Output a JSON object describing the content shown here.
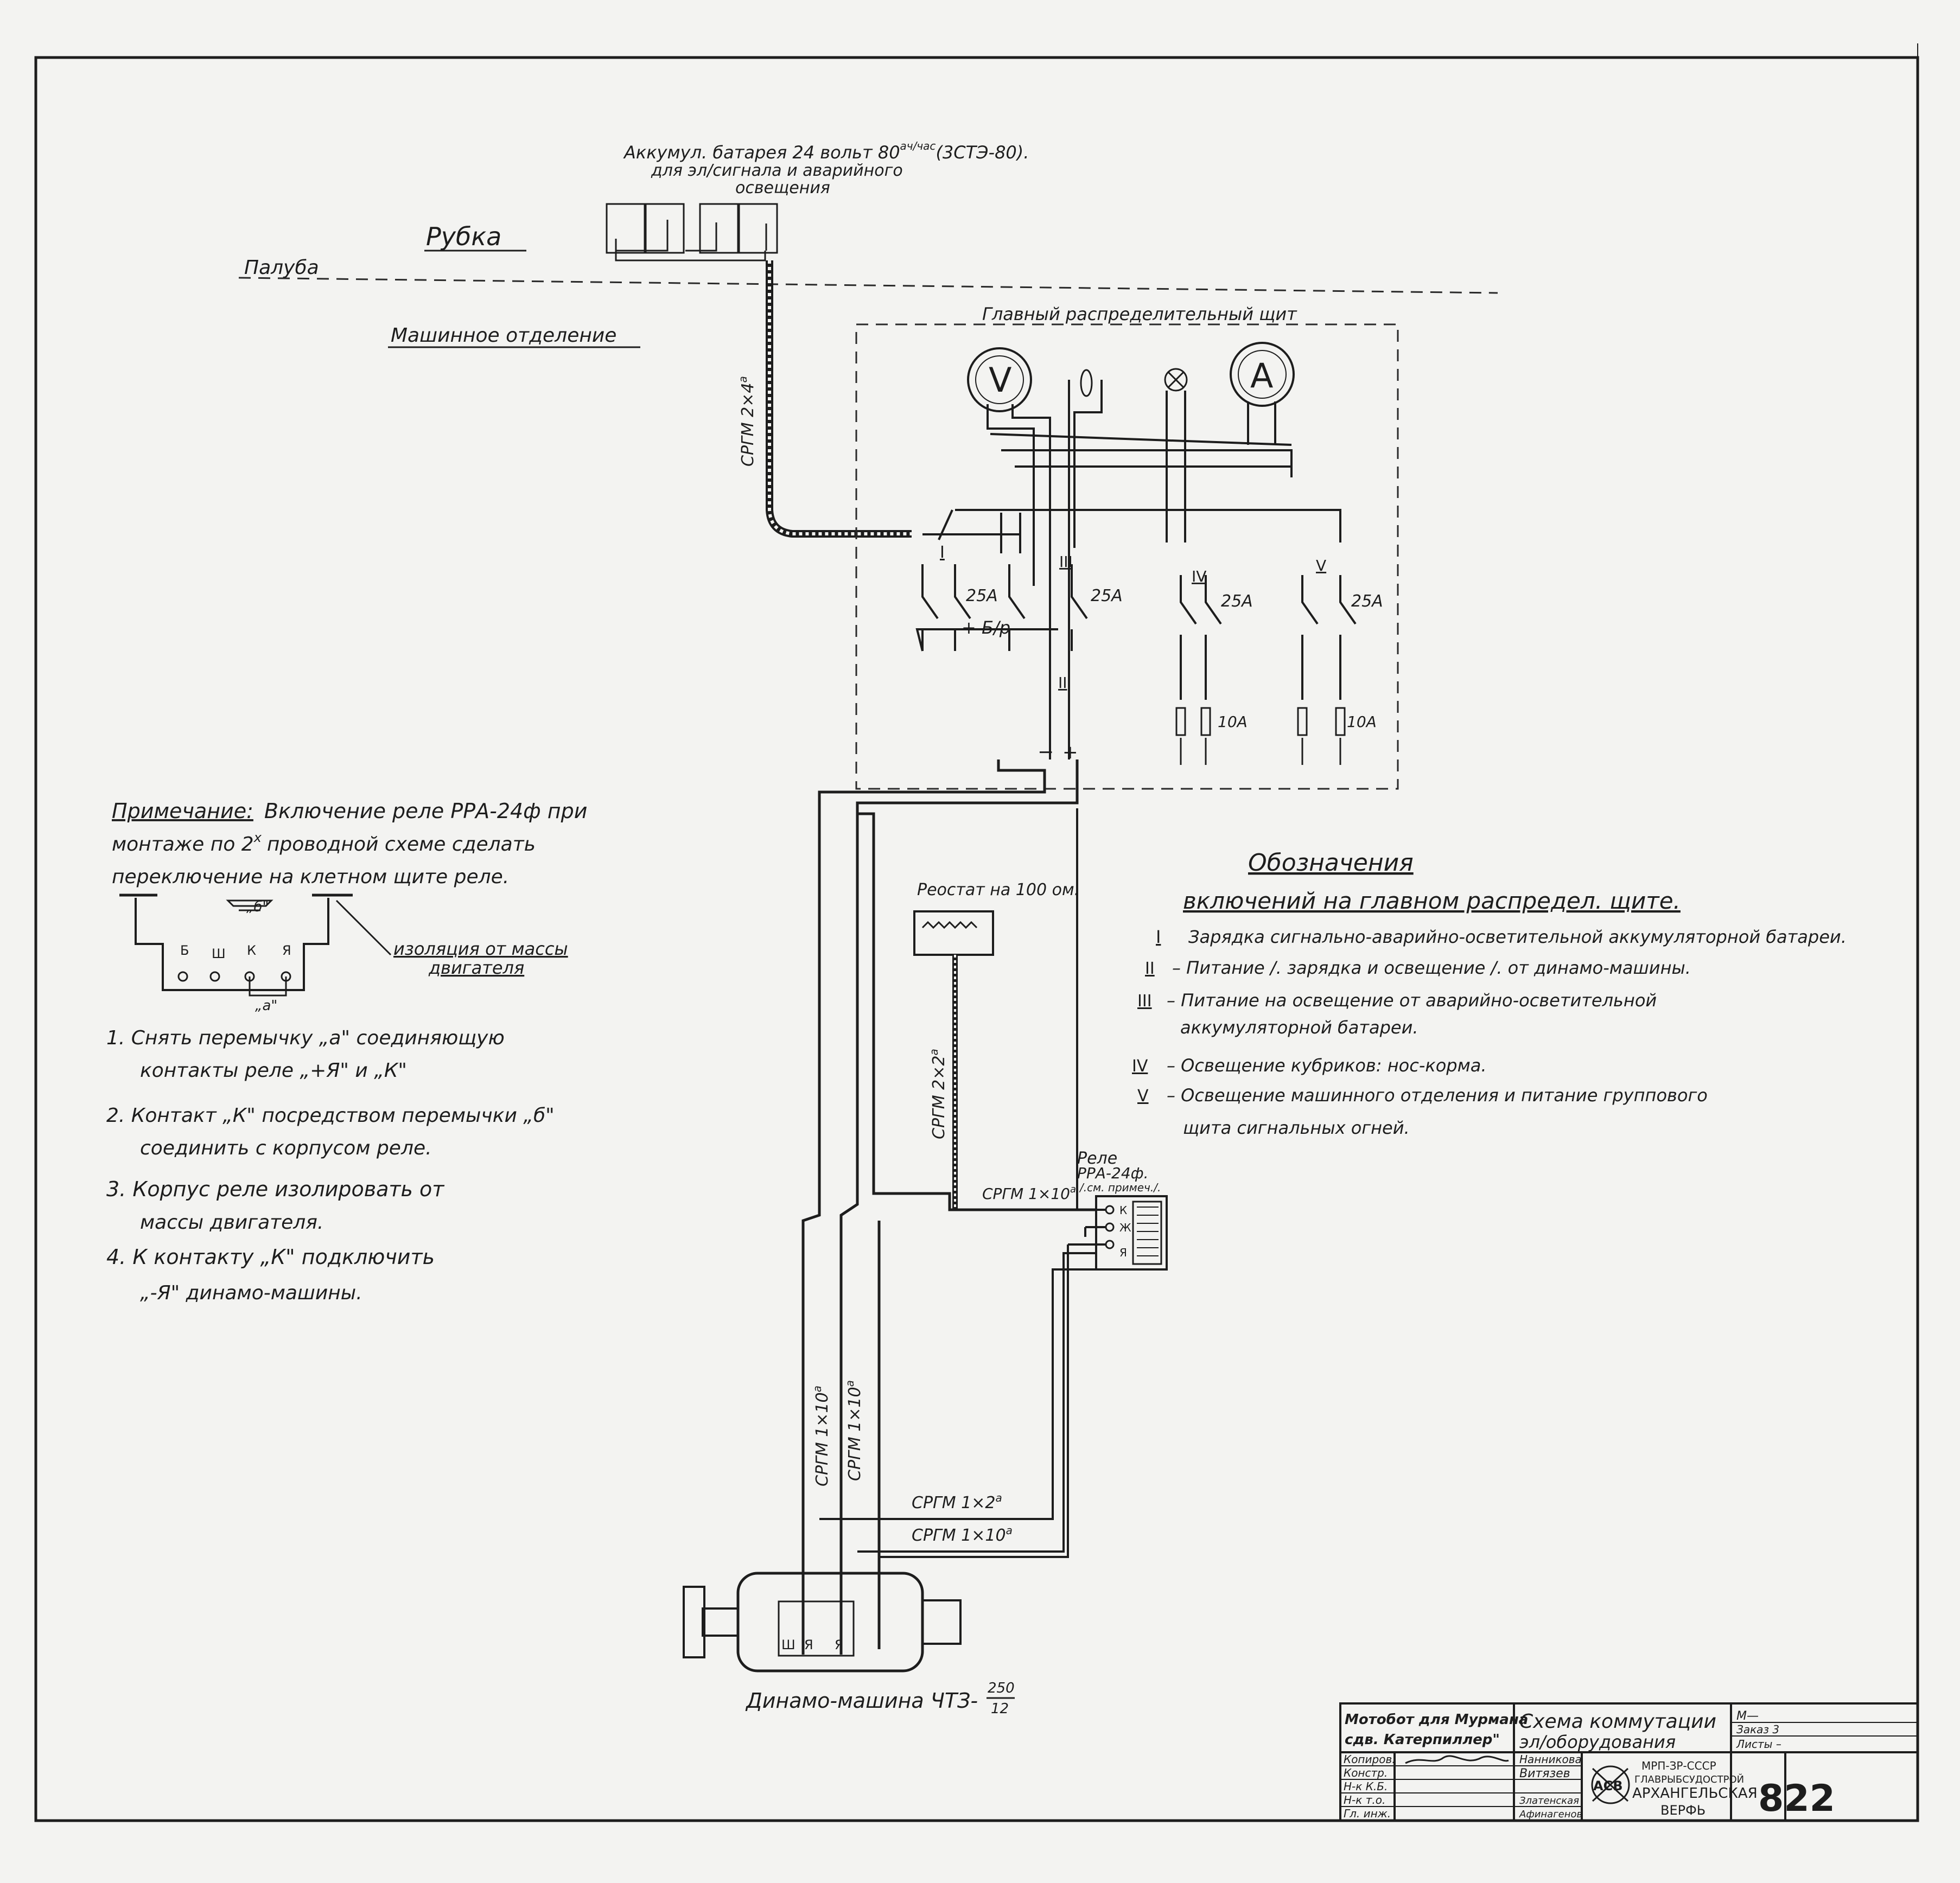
{
  "battery": {
    "line1": "Аккумул. батарея 24 вольт 80",
    "sup": "ач/час",
    "line1_tail": "(3СТЭ-80).",
    "line2": "для   эл/сигнала  и аварийного",
    "line3": "освещения"
  },
  "zones": {
    "rubka": "Рубка",
    "paluba": "Палуба",
    "mashinnoe": "Машинное отделение"
  },
  "cables": {
    "battery_cable": "СРГМ 2×4",
    "rheostat_cable": "СРГМ 2×2",
    "relay_cable": "СРГМ 1×10",
    "dyn_cable_a": "СРГМ 1×10",
    "dyn_cable_b": "СРГМ 1×10",
    "cable_1x2": "СРГМ 1×2",
    "cable_1x10": "СРГМ 1×10",
    "sup": "a"
  },
  "switchboard": {
    "title": "Главный распределительный щит",
    "voltmeter": "V",
    "ammeter": "A",
    "r1": "I",
    "r2": "II",
    "r3": "III",
    "r4": "IV",
    "r5": "V",
    "amp25": "25А",
    "amp10": "10А",
    "bp": "+ Б/р",
    "minus": "−",
    "plus": "+"
  },
  "rheostat": {
    "label": "Реостат на 100 ом."
  },
  "relay": {
    "label1": "Реле",
    "label2": "РРА-24ф.",
    "label3": "/.см. примеч./.",
    "pins": [
      "К",
      "Ж",
      "Я"
    ]
  },
  "dynamo": {
    "label": "Динамо-машина ЧТЗ-",
    "frac_top": "250",
    "frac_bottom": "12",
    "pins": [
      "Ш",
      "Я",
      "Я"
    ]
  },
  "note": {
    "title": "Примечание:",
    "line1": "Включение реле РРА-24ф при",
    "line2": "монтаже по 2",
    "line2_sup": "х",
    "line2_tail": "проводной схеме сделать",
    "line3": "переключение на клетном щите реле.",
    "iso1": "изоляция от массы",
    "iso2": "двигателя",
    "pin_b": "Б",
    "pin_sh": "Ш",
    "pin_k": "К",
    "pin_ya": "Я",
    "jumper_b": "„б\"",
    "jumper_a": "„а\"",
    "items": [
      "1. Снять перемычку „а\" соединяющую",
      "контакты реле „+Я\" и „К\"",
      "2. Контакт „К\" посредством перемычки „б\"",
      "соединить с корпусом реле.",
      "3. Корпус реле изолировать от",
      "массы двигателя.",
      "4. К контакту „К\" подключить",
      "„-Я\" динамо-машины."
    ]
  },
  "legend": {
    "title1": "Обозначения",
    "title2": "включений на главном распредел. щите.",
    "items": [
      {
        "num": "I",
        "text": "Зарядка сигнально-аварийно-осветительной аккумуляторной батареи."
      },
      {
        "num": "II",
        "text": "– Питание /. зарядка и освещение /. от динамо-машины."
      },
      {
        "num": "III",
        "text": "– Питание на освещение от аварийно-осветительной"
      },
      {
        "num": "",
        "text": "аккумуляторной батареи."
      },
      {
        "num": "IV",
        "text": "– Освещение кубриков: нос-корма."
      },
      {
        "num": "V",
        "text": "– Освещение машинного отделения и питание группового"
      },
      {
        "num": "",
        "text": "щита сигнальных огней."
      }
    ]
  },
  "titleblock": {
    "vessel1": "Мотобот для Мурмана",
    "vessel2": "сдв. Катерпиллер\"",
    "doc1": "Схема коммутации",
    "doc2": "эл/оборудования",
    "m": "М—",
    "zakaz": "Заказ 3",
    "listy": "Листы –",
    "roles": [
      "Копиров.",
      "Констр.",
      "Н-к К.Б.",
      "Н-к т.о.",
      "Гл. инж."
    ],
    "names_left": [
      "",
      "",
      "",
      "",
      ""
    ],
    "names_right": [
      "Нанникова",
      "Витязев",
      "",
      "Златенская",
      "Афинагенов"
    ],
    "org1": "МРП-ЗР-СССР",
    "org2": "ГЛАВРЫБСУДОСТРОЙ",
    "org3": "АРХАНГЕЛЬСКАЯ",
    "org4": "ВЕРФЬ",
    "logo": "АСВ",
    "number": "822"
  }
}
